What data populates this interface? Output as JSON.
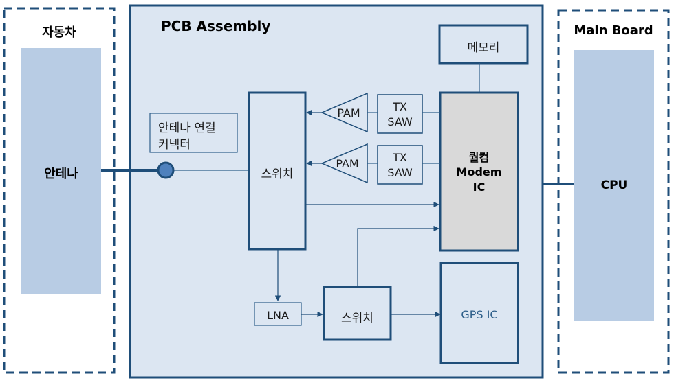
{
  "colors": {
    "line": "#1f4e79",
    "thin_line": "#2e5f8a",
    "pcb_fill": "#dce6f2",
    "bar_fill": "#b8cce4",
    "modem_fill": "#d9d9d9",
    "box_fill": "#dce6f2",
    "text_blue": "#2e5f8a"
  },
  "vehicle": {
    "title": "자동차",
    "antenna_label": "안테나"
  },
  "pcb": {
    "title": "PCB Assembly",
    "memory_label": "메모리",
    "connector_label_line1": "안테나 연결",
    "connector_label_line2": "커넥터",
    "switch_main_label": "스위치",
    "pam_top_label": "PAM",
    "pam_bottom_label": "PAM",
    "txsaw_top_line1": "TX",
    "txsaw_top_line2": "SAW",
    "txsaw_bottom_line1": "TX",
    "txsaw_bottom_line2": "SAW",
    "modem_line1": "퀄컴",
    "modem_line2": "Modem",
    "modem_line3": "IC",
    "lna_label": "LNA",
    "switch_gps_label": "스위치",
    "gps_label": "GPS IC"
  },
  "main_board": {
    "title": "Main Board",
    "cpu_label": "CPU"
  }
}
